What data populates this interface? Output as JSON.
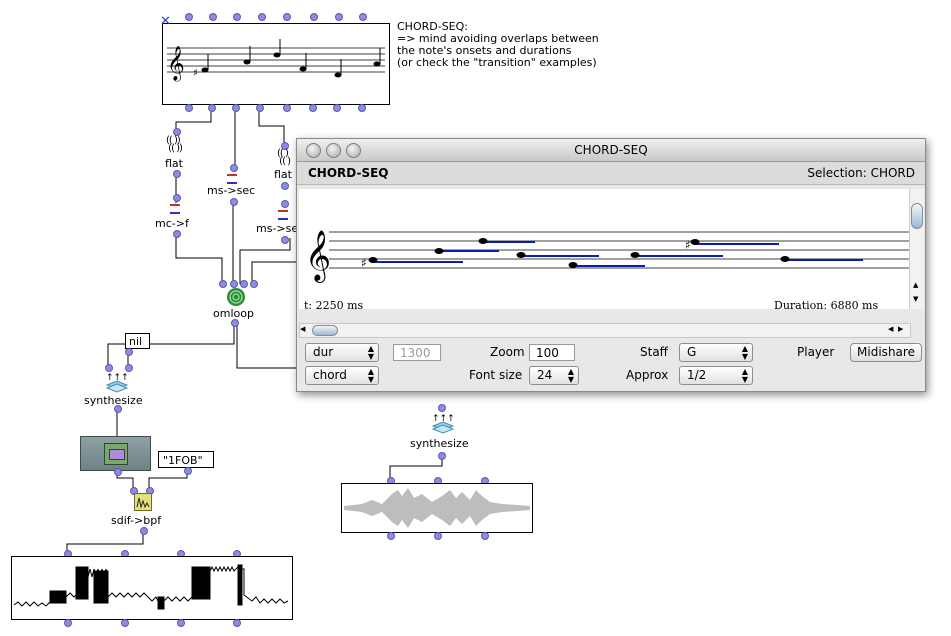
{
  "patch": {
    "comment": [
      "CHORD-SEQ:",
      "=> mind avoiding overlaps between",
      "the note's onsets and durations",
      "(or check the \"transition\" examples)"
    ],
    "boxes": {
      "flat1": "flat",
      "flat2": "flat",
      "ms_sec1": "ms->sec",
      "ms_sec2": "ms->sec",
      "mc_f": "mc->f",
      "omloop": "omloop",
      "nil_value": "nil",
      "synthesize1": "synthesize",
      "synthesize2": "synthesize",
      "sdif_value": "\"1FOB\"",
      "sdif_bpf": "sdif->bpf"
    },
    "icons": [
      "close-x-icon",
      "flat-icon",
      "omloop-spiral-icon",
      "synthesize-icon",
      "sdif-file-icon",
      "sdif-bpf-icon",
      "treble-clef-icon"
    ]
  },
  "window": {
    "title": "CHORD-SEQ",
    "header_title": "CHORD-SEQ",
    "selection": "Selection: CHORD",
    "time": "t: 2250 ms",
    "duration": "Duration: 6880 ms",
    "controls": {
      "mode_select": "dur",
      "mode_value": "1300",
      "zoom_label": "Zoom",
      "zoom_value": "100",
      "staff_label": "Staff",
      "staff_value": "G",
      "player_label": "Player",
      "player_value": "Midishare",
      "chord_select": "chord",
      "fontsize_label": "Font size",
      "fontsize_value": "24",
      "approx_label": "Approx",
      "approx_value": "1/2"
    },
    "colors": {
      "note_duration": "#0a1fb0",
      "window_bg": "#e8e8e8"
    }
  }
}
